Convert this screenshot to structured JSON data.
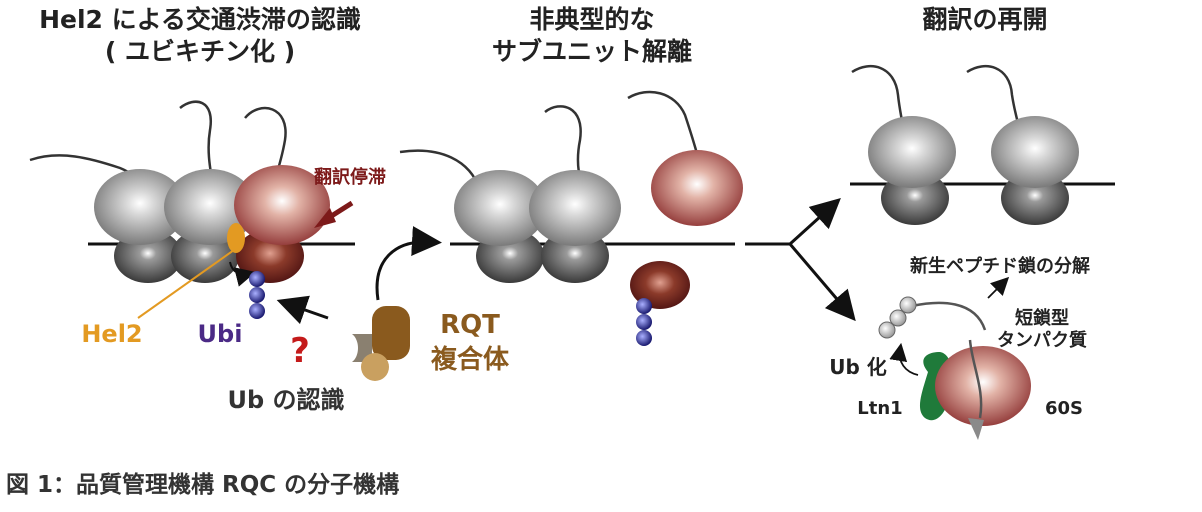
{
  "panels": {
    "panel1_title_line1": "Hel2 による交通渋滞の認識",
    "panel1_title_line2": "( ユビキチン化 )",
    "panel2_title_line1": "非典型的な",
    "panel2_title_line2": "サブユニット解離",
    "panel3_title": "翻訳の再開"
  },
  "labels": {
    "stall": "翻訳停滞",
    "hel2": "Hel2",
    "ubi": "Ubi",
    "question": "?",
    "ub_recognition": "Ub の認識",
    "rqt_line1": "RQT",
    "rqt_line2": "複合体",
    "nascent_degradation": "新生ペプチド鎖の分解",
    "short_protein_line1": "短鎖型",
    "short_protein_line2": "タンパク質",
    "ub_ation": "Ub 化",
    "ltn1": "Ltn1",
    "s60": "60S"
  },
  "caption": "図 1：品質管理機構 RQC の分子機構",
  "colors": {
    "gray_ribosome": "#8c8c8c",
    "stalled_ribosome": "#8b2f2f",
    "hel2": "#e39a22",
    "ubi_text": "#4b2a86",
    "ub_beads": "#2c2c8a",
    "rqt": "#8a5a1e",
    "stall_text": "#7d1a1a",
    "question": "#c41a1a",
    "ltn1": "#1f7a3a"
  }
}
